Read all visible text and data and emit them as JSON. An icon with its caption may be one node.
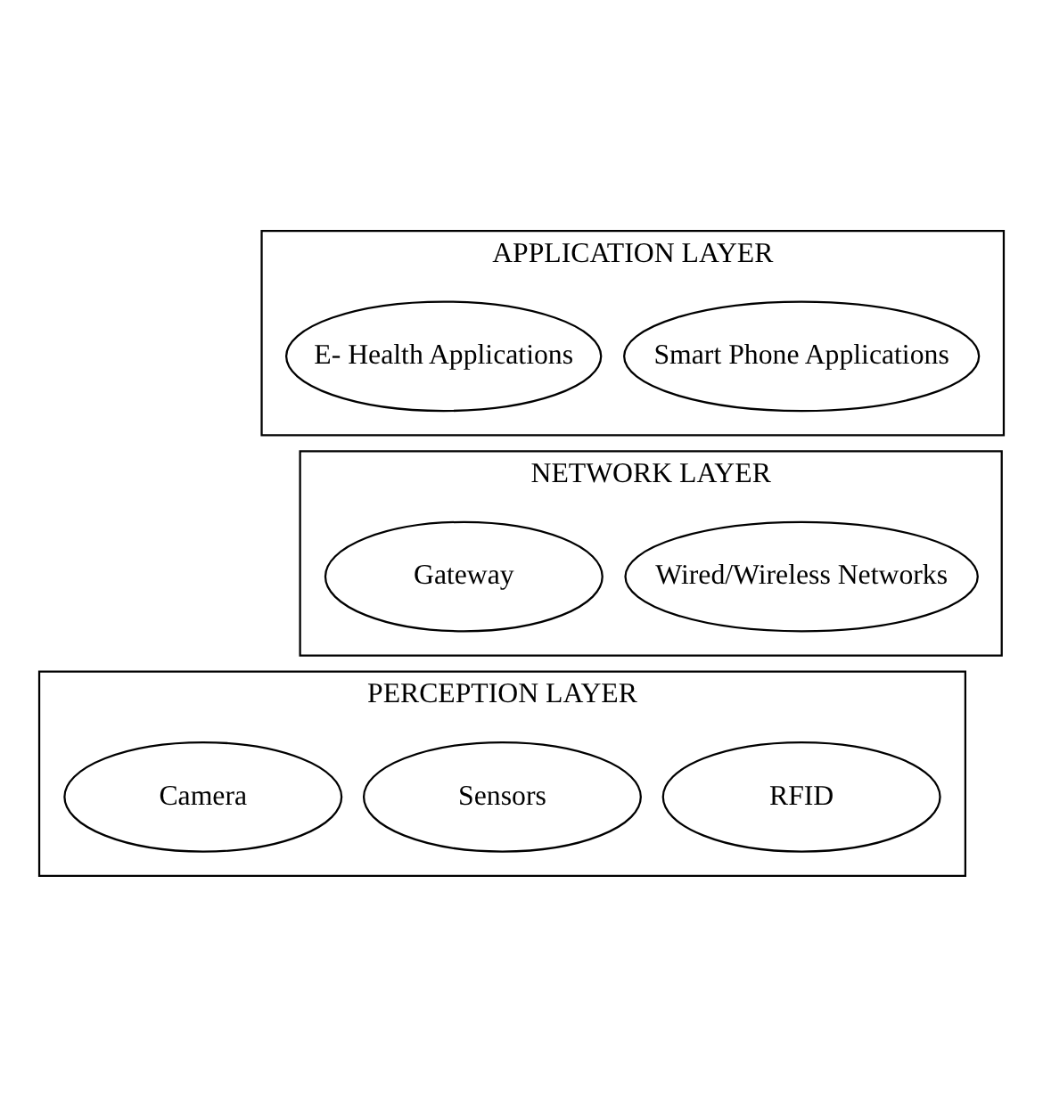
{
  "diagram": {
    "nodes": [
      {
        "text": [
          "APPLICATION LAYER"
        ]
      },
      {
        "text": [
          "Smart Phone Applications"
        ],
        "in": 0
      },
      {
        "text": [
          "E- Health Applications"
        ],
        "in": 0
      },
      {
        "text": [
          "NETWORK LAYER"
        ]
      },
      {
        "text": [
          "Wired/Wireless Networks"
        ],
        "in": 3
      },
      {
        "text": [
          "Gateway"
        ],
        "in": 3
      },
      {
        "text": [
          "PERCEPTION LAYER"
        ]
      },
      {
        "text": [
          "RFID"
        ],
        "in": 6
      },
      {
        "text": [
          "Sensors"
        ],
        "in": 6
      },
      {
        "text": [
          "Camera"
        ],
        "in": 6
      }
    ],
    "edges": []
  }
}
